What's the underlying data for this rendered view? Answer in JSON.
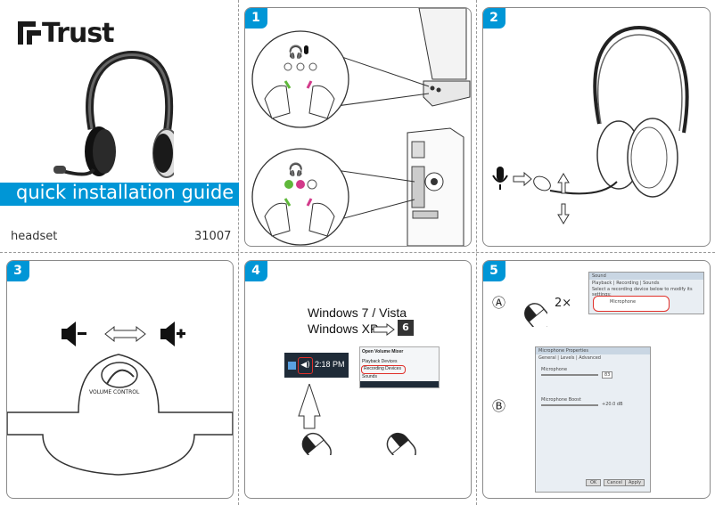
{
  "brand": {
    "logo": "Trust"
  },
  "cover": {
    "title": "quick installation guide",
    "product": "headset",
    "code": "31007"
  },
  "panels": {
    "p1": {
      "number": "1"
    },
    "p2": {
      "number": "2"
    },
    "p3": {
      "number": "3",
      "volume_control": "VOLUME CONTROL"
    },
    "p4": {
      "number": "4",
      "os_line1": "Windows 7 / Vista",
      "os_line2": "Windows XP",
      "step_ref": "6",
      "clock": "2:18 PM",
      "menu": [
        "Open Volume Mixer",
        "Playback Devices",
        "Recording Devices",
        "Sounds"
      ]
    },
    "p5": {
      "number": "5",
      "label_a": "Ⓐ",
      "label_b": "Ⓑ",
      "double_click": "2×",
      "sound_dialog": {
        "title": "Sound",
        "tabs": [
          "Playback",
          "Recording",
          "Sounds"
        ],
        "instruction": "Select a recording device below to modify its settings:",
        "device": "Microphone"
      },
      "mic_dialog": {
        "title": "Microphone Properties",
        "tabs": [
          "General",
          "Levels",
          "Advanced"
        ],
        "level1_label": "Microphone",
        "level1_value": "83",
        "level2_label": "Microphone Boost",
        "level2_value": "+20.0 dB",
        "buttons": [
          "OK",
          "Cancel",
          "Apply"
        ]
      }
    }
  },
  "colors": {
    "accent": "#0096d6",
    "green_jack": "#5fb83a",
    "pink_jack": "#d23a8a",
    "red_circle": "#e0302a"
  }
}
